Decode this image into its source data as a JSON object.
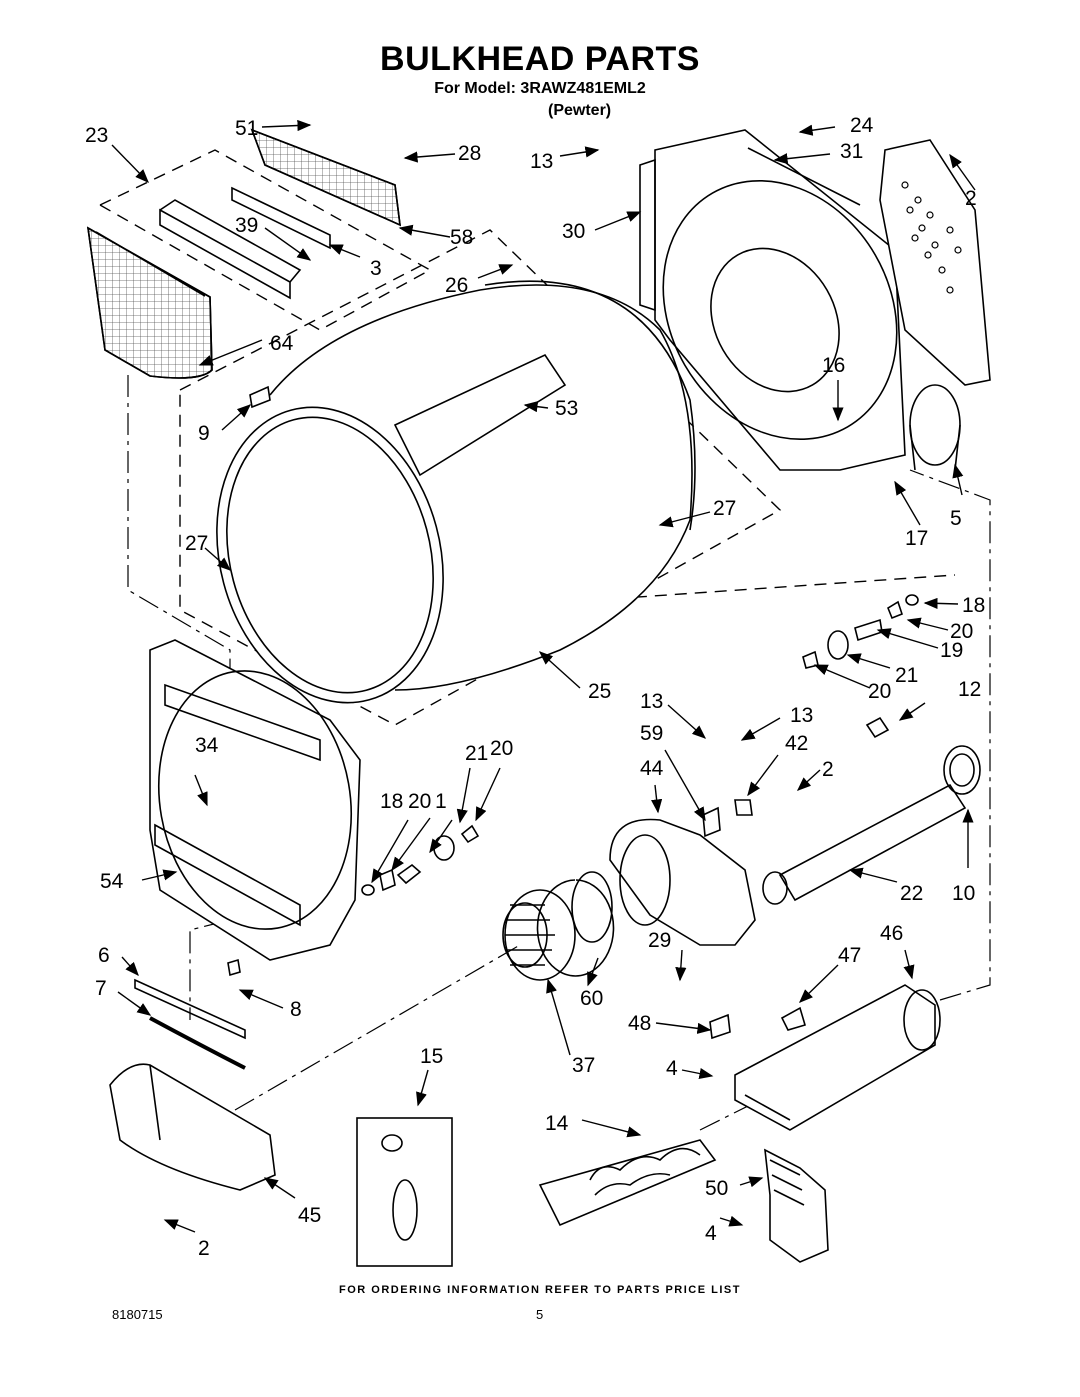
{
  "header": {
    "title": "BULKHEAD PARTS",
    "model_line": "For Model: 3RAWZ481EML2",
    "variant": "(Pewter)"
  },
  "footer": {
    "ordering_note": "FOR ORDERING INFORMATION REFER TO PARTS PRICE LIST",
    "document_number": "8180715",
    "page_number": "5"
  },
  "callouts": [
    "23",
    "51",
    "28",
    "13",
    "24",
    "31",
    "2",
    "39",
    "3",
    "58",
    "30",
    "26",
    "64",
    "16",
    "9",
    "53",
    "27",
    "27",
    "17",
    "5",
    "18",
    "20",
    "19",
    "21",
    "20",
    "12",
    "25",
    "13",
    "13",
    "59",
    "42",
    "34",
    "21",
    "20",
    "18",
    "20",
    "1",
    "44",
    "2",
    "54",
    "22",
    "10",
    "6",
    "29",
    "46",
    "7",
    "8",
    "47",
    "60",
    "48",
    "15",
    "37",
    "4",
    "14",
    "50",
    "45",
    "4",
    "2"
  ],
  "colors": {
    "ink": "#000000",
    "mesh": "#555555",
    "fill": "#ffffff"
  }
}
